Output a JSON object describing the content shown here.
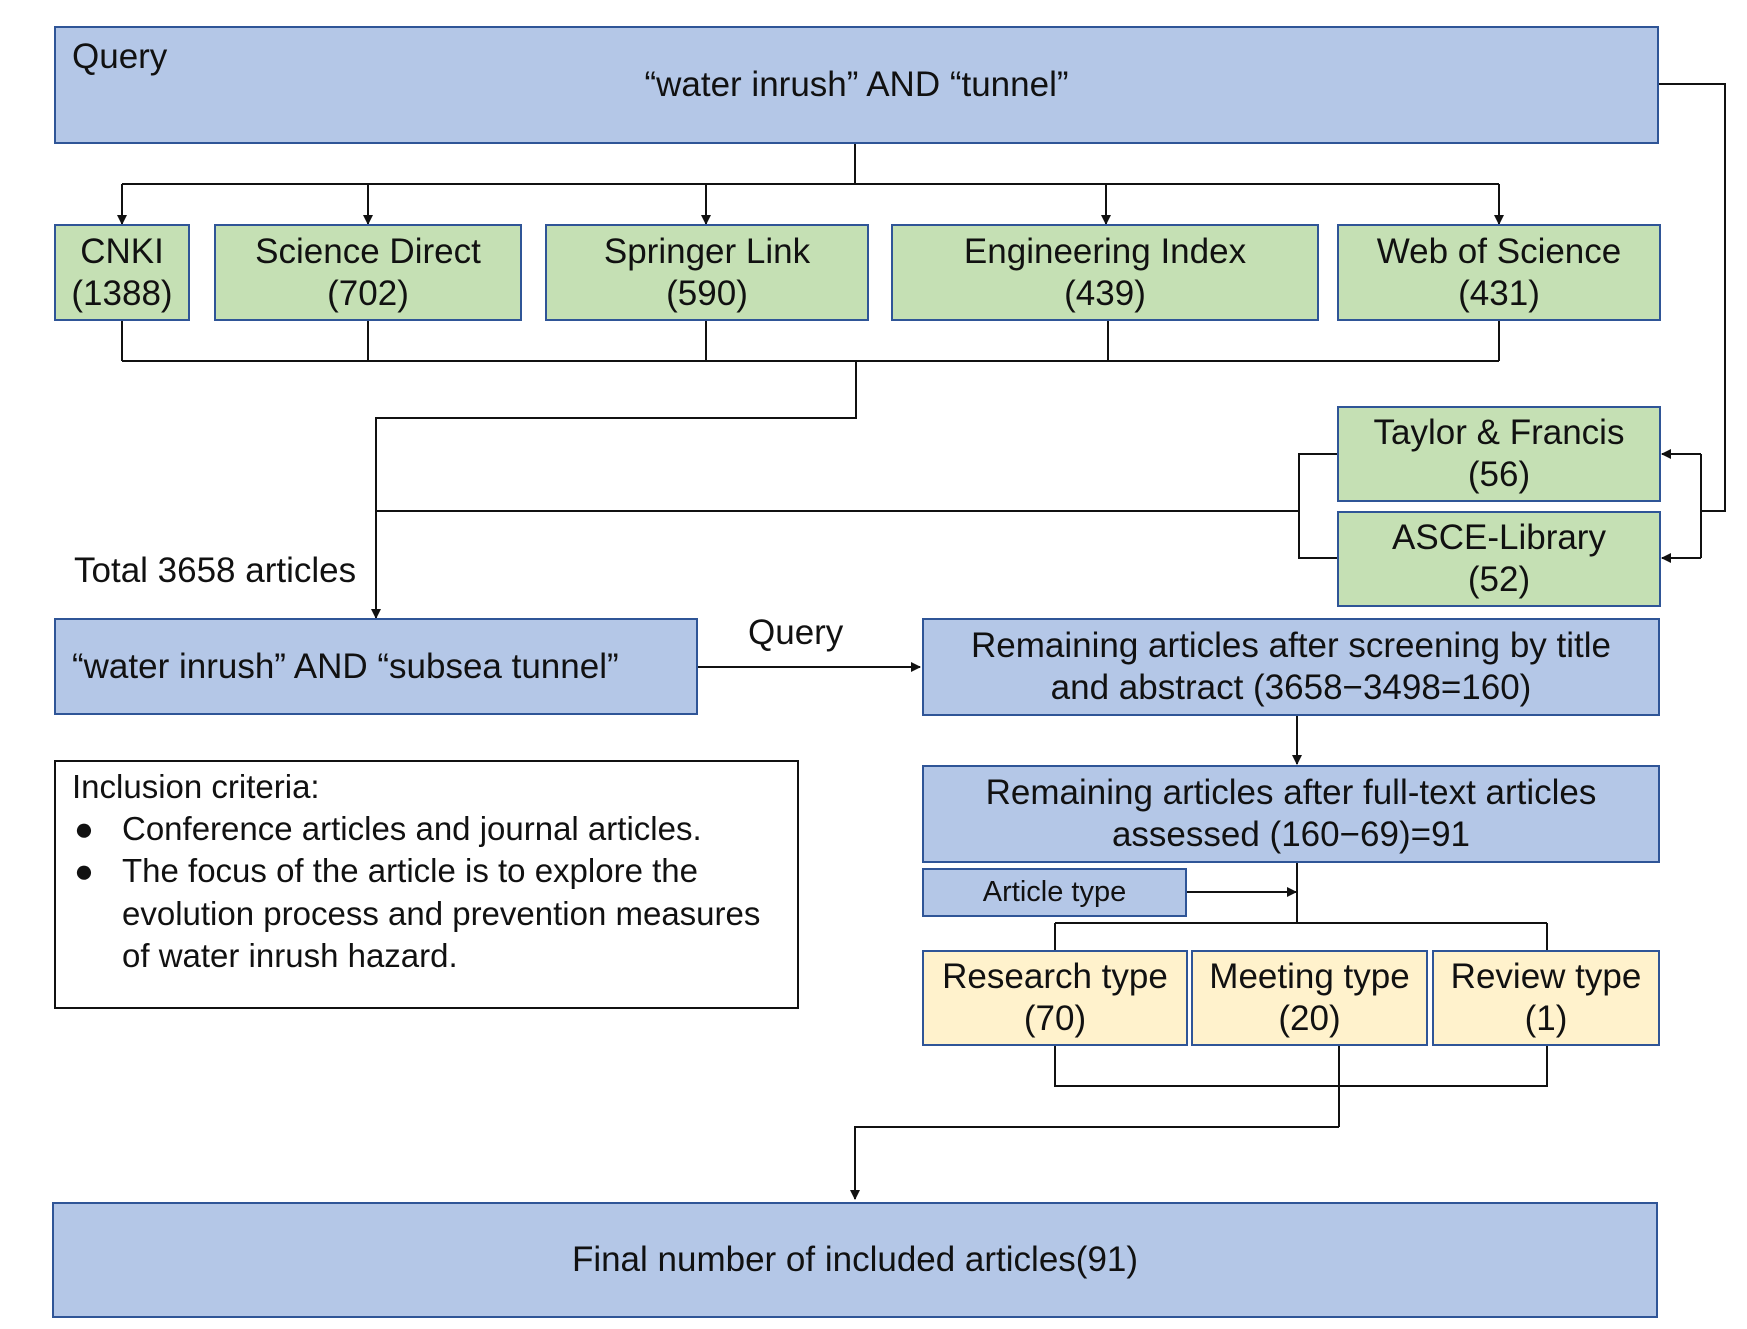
{
  "query_box": {
    "label": "Query",
    "text": "“water inrush” AND “tunnel”"
  },
  "databases": [
    {
      "name": "CNKI",
      "count": "(1388)"
    },
    {
      "name": "Science Direct",
      "count": "(702)"
    },
    {
      "name": "Springer Link",
      "count": "(590)"
    },
    {
      "name": "Engineering Index",
      "count": "(439)"
    },
    {
      "name": "Web of Science",
      "count": "(431)"
    }
  ],
  "extra_databases": [
    {
      "name": "Taylor & Francis",
      "count": "(56)"
    },
    {
      "name": "ASCE-Library",
      "count": "(52)"
    }
  ],
  "total_label": "Total 3658 articles",
  "subsea_query": "“water inrush” AND “subsea tunnel”",
  "query_arrow_label": "Query",
  "screen_title_abstract": "Remaining articles after screening by title and abstract (3658−3498=160)",
  "screen_full_text": "Remaining articles after full-text articles assessed (160−69)=91",
  "article_type_label": "Article type",
  "article_types": [
    {
      "name": "Research type",
      "count": "(70)"
    },
    {
      "name": "Meeting type",
      "count": "(20)"
    },
    {
      "name": "Review type",
      "count": "(1)"
    }
  ],
  "inclusion": {
    "heading": "Inclusion criteria:",
    "bullet": "●",
    "items": [
      "Conference articles and journal articles.",
      "The focus of the article is to explore the evolution process and prevention measures of water inrush hazard."
    ]
  },
  "final": "Final number of included articles(91)",
  "colors": {
    "blue_fill": "#b4c7e7",
    "green_fill": "#c5e0b4",
    "yellow_fill": "#fff2cc",
    "border": "#2f5597",
    "line": "#111111"
  }
}
